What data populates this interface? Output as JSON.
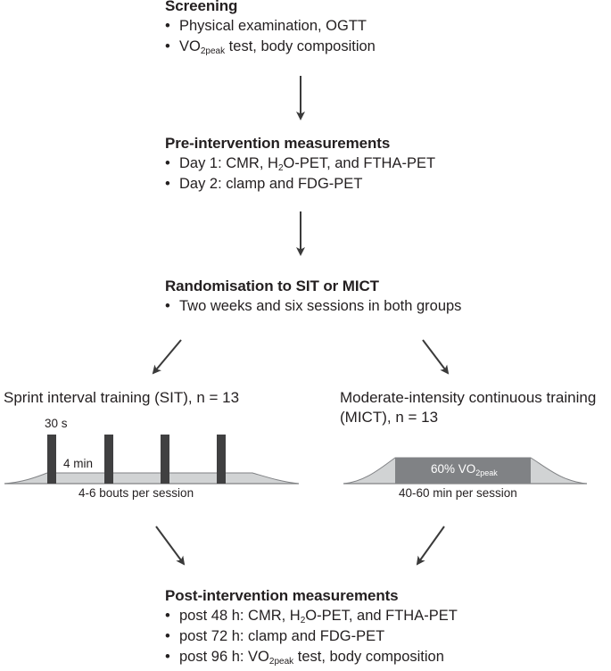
{
  "screening": {
    "title": "Screening",
    "item1": "Physical examination, OGTT",
    "item2_pre": "VO",
    "item2_sub": "2peak",
    "item2_post": " test, body composition"
  },
  "pre": {
    "title": "Pre-intervention measurements",
    "item1_pre": "Day 1: CMR, H",
    "item1_sub": "2",
    "item1_post": "O-PET, and FTHA-PET",
    "item2": "Day 2: clamp and FDG-PET"
  },
  "random": {
    "title": "Randomisation to SIT or MICT",
    "item1": "Two weeks and six sessions in both groups"
  },
  "sit": {
    "title": "Sprint interval training (SIT), n = 13",
    "sprint_label": "30 s",
    "rest_label": "4 min",
    "caption": "4-6 bouts per session"
  },
  "mict": {
    "title_line1": "Moderate-intensity continuous training",
    "title_line2": "(MICT), n = 13",
    "plateau_pre": "60% VO",
    "plateau_sub": "2peak",
    "caption": "40-60 min per session"
  },
  "post": {
    "title": "Post-intervention measurements",
    "item1_pre": "post 48 h: CMR, H",
    "item1_sub": "2",
    "item1_post": "O-PET, and FTHA-PET",
    "item2": "post 72 h: clamp and FDG-PET",
    "item3_pre": "post 96 h: VO",
    "item3_sub": "2peak",
    "item3_post": " test, body composition"
  },
  "colors": {
    "text": "#231f20",
    "bar": "#404041",
    "fill_light": "#d1d3d4",
    "fill_mid": "#808285",
    "arrow": "#3a3a3a"
  }
}
